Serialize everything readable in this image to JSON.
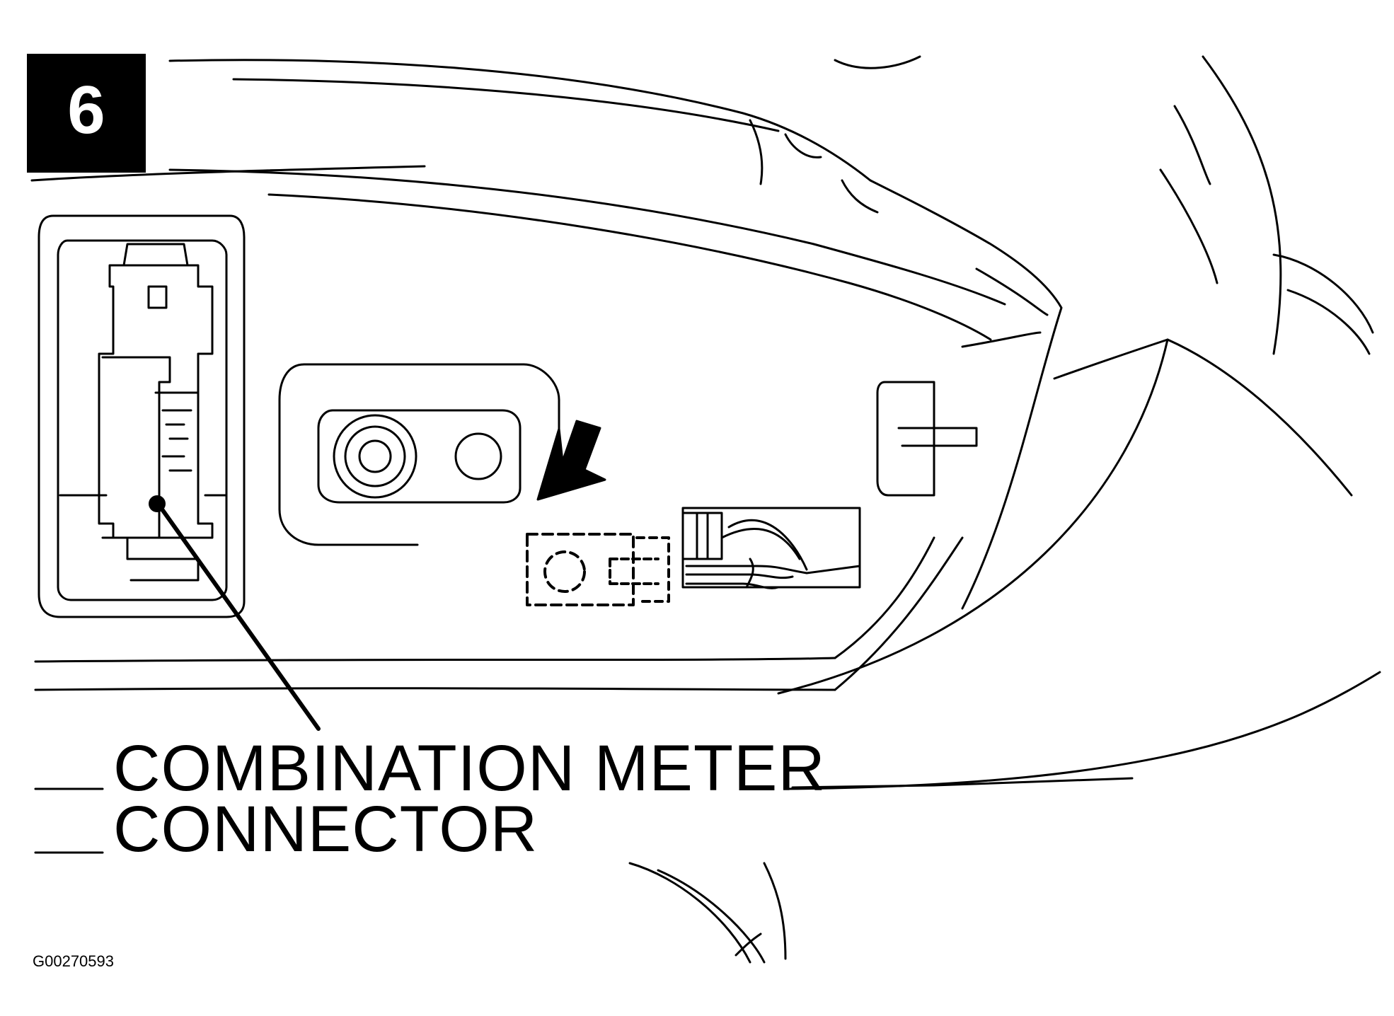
{
  "step": {
    "number": "6"
  },
  "callout": {
    "line1": "COMBINATION METER",
    "line2": "CONNECTOR"
  },
  "figure": {
    "id": "G00270593"
  },
  "icons": [
    "arrow-down-left-icon"
  ],
  "colors": {
    "ink": "#000000",
    "paper": "#ffffff"
  }
}
